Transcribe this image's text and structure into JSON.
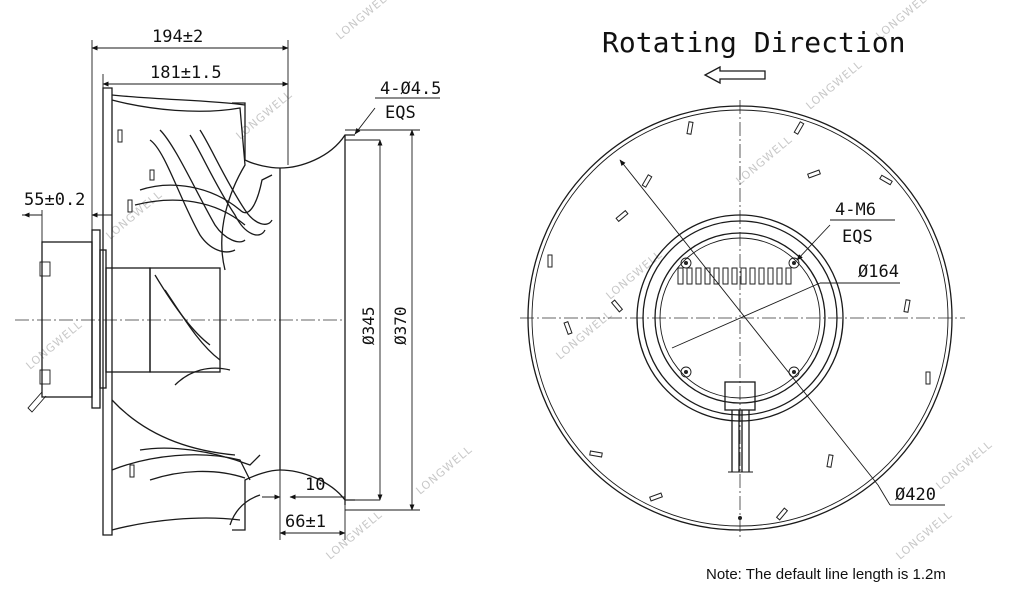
{
  "title": "Rotating Direction",
  "note": "Note: The default line length is 1.2m",
  "watermark": "LONGWELL",
  "side_view": {
    "dim_overall_width": "194±2",
    "dim_blade_width": "181±1.5",
    "dim_motor_depth": "55±0.2",
    "dim_mount_holes": "4-Ø4.5",
    "dim_mount_holes_eqs": "EQS",
    "dim_inner_diameter": "Ø345",
    "dim_outer_diameter": "Ø370",
    "dim_flange": "10",
    "dim_inlet_depth": "66±1"
  },
  "front_view": {
    "dim_holes": "4-M6",
    "dim_holes_eqs": "EQS",
    "dim_hub_diameter": "Ø164",
    "dim_impeller_diameter": "Ø420"
  }
}
